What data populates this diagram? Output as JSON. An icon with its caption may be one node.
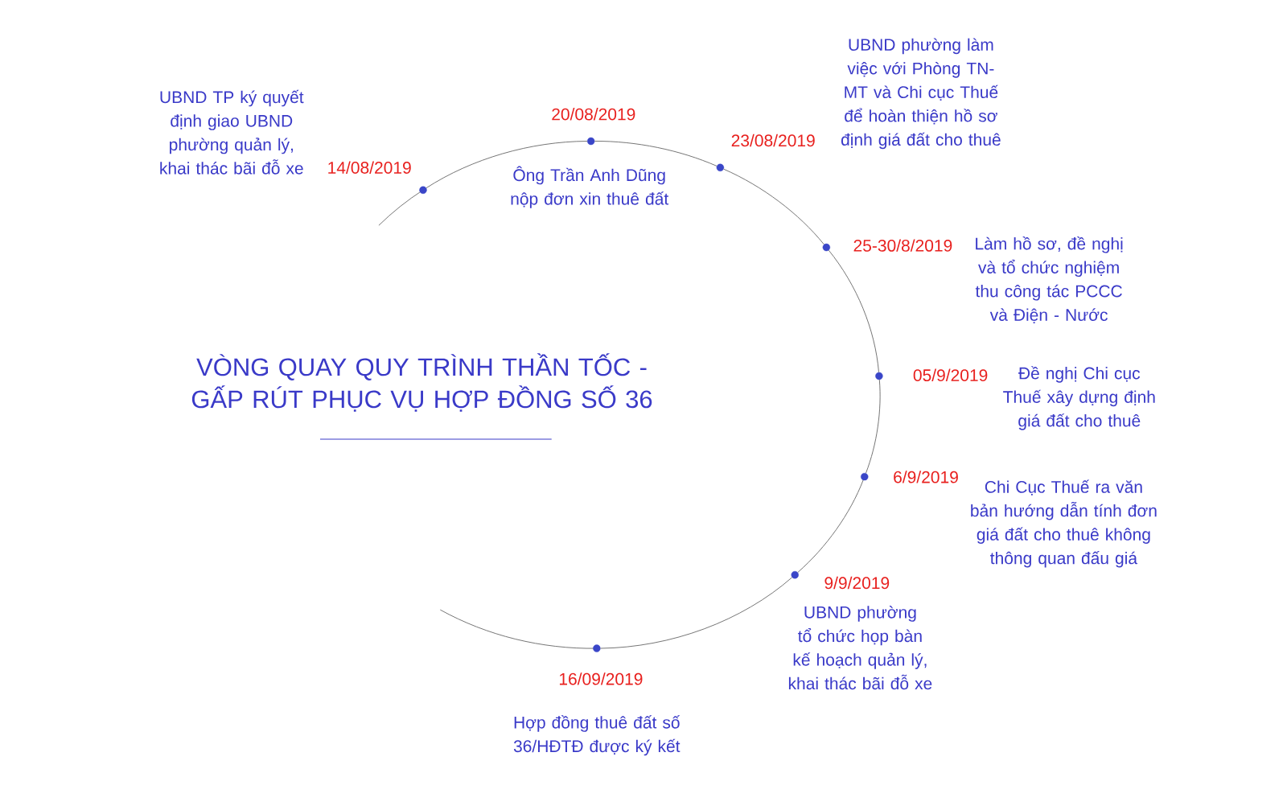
{
  "diagram": {
    "title": "VÒNG QUAY QUY TRÌNH THẦN TỐC - GẤP RÚT PHỤC VỤ HỢP ĐỒNG SỐ 36",
    "nodes": [
      {
        "text": [],
        "shape": "circle",
        "beside": [
          "14/08/2019",
          "UBND TP ký quyết định giao UBND phường quản lý, khai thác bãi đỗ xe"
        ]
      },
      {
        "text": [],
        "shape": "circle",
        "beside": [
          "20/08/2019",
          "Ông Trần Anh Dũng nộp đơn xin thuê đất"
        ]
      },
      {
        "text": [],
        "shape": "circle",
        "beside": [
          "23/08/2019",
          "UBND phường làm việc với Phòng TN-MT và Chi cục Thuế để hoàn thiện hồ sơ định giá đất cho thuê"
        ]
      },
      {
        "text": [],
        "shape": "circle",
        "beside": [
          "25-30/8/2019",
          "Làm hồ sơ, đề nghị và tổ chức nghiệm thu công tác PCCC và Điện - Nước"
        ]
      },
      {
        "text": [],
        "shape": "circle",
        "beside": [
          "05/9/2019",
          "Đề nghị Chi cục Thuế xây dựng định giá đất cho thuê"
        ]
      },
      {
        "text": [],
        "shape": "circle",
        "beside": [
          "6/9/2019",
          "Chi Cục Thuế ra văn bản hướng dẫn tính đơn giá đất cho thuê không thông quan đấu giá"
        ]
      },
      {
        "text": [],
        "shape": "circle",
        "beside": [
          "9/9/2019",
          "UBND phường tổ chức họp bàn kế hoạch quản lý, khai thác bãi đỗ xe"
        ]
      },
      {
        "text": [],
        "shape": "circle",
        "beside": [
          "16/09/2019",
          "Hợp đồng thuê đất số 36/HĐTĐ được ký kết"
        ]
      }
    ],
    "edges": [
      {
        "from": 0,
        "to": 1,
        "arrow": "none"
      },
      {
        "from": 1,
        "to": 2,
        "arrow": "none"
      },
      {
        "from": 2,
        "to": 3,
        "arrow": "none"
      },
      {
        "from": 3,
        "to": 4,
        "arrow": "none"
      },
      {
        "from": 4,
        "to": 5,
        "arrow": "none"
      },
      {
        "from": 5,
        "to": 6,
        "arrow": "none"
      },
      {
        "from": 6,
        "to": 7,
        "arrow": "none"
      }
    ]
  }
}
